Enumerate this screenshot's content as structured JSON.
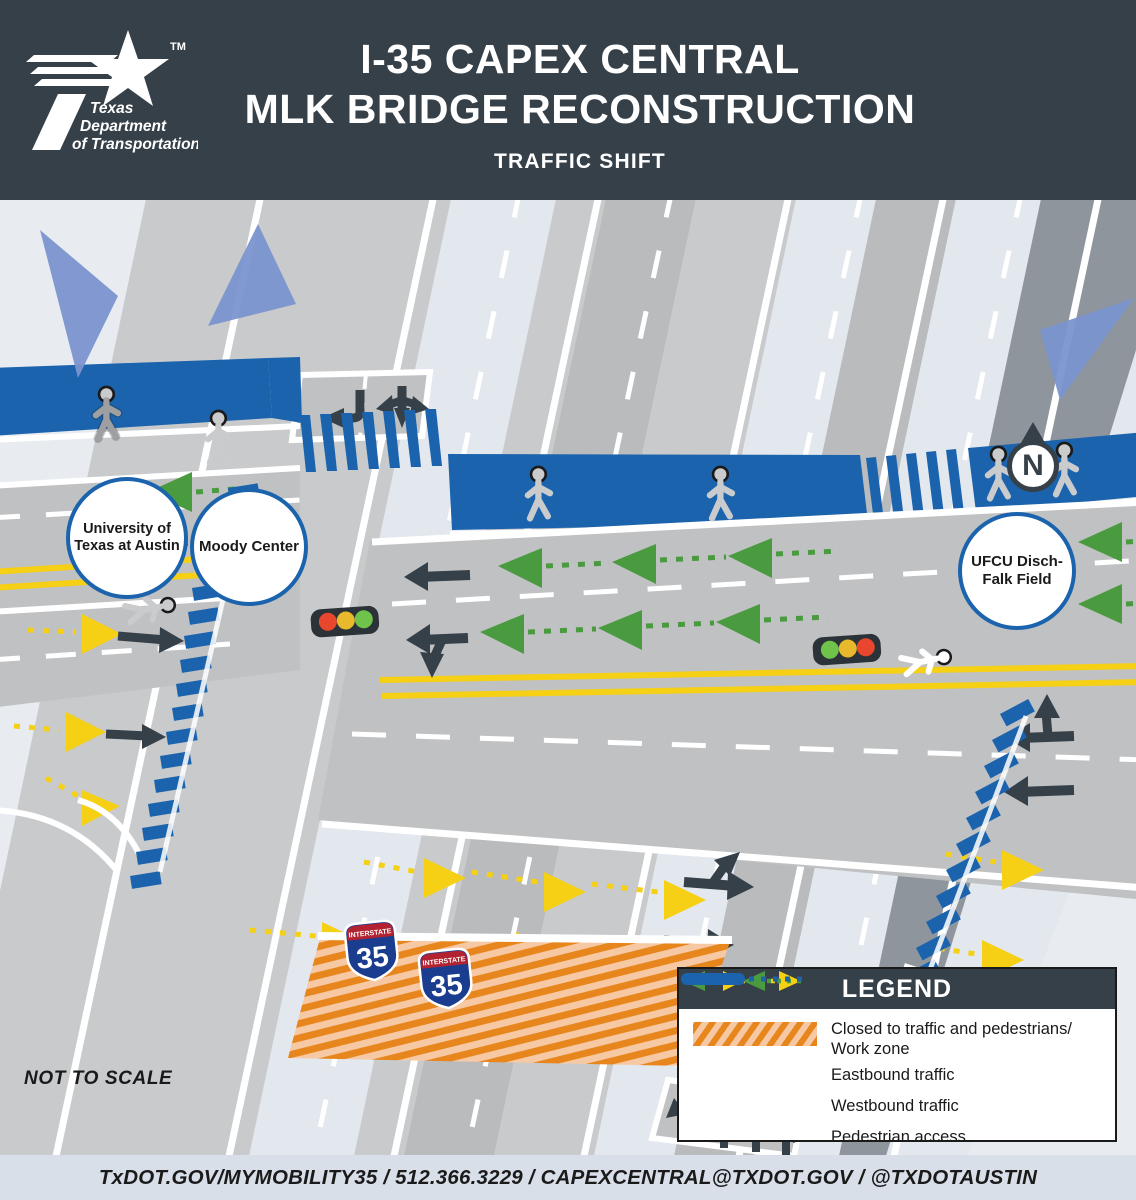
{
  "header": {
    "logo_name": "txdot-logo",
    "logo_text_lines": [
      "Texas",
      "Department",
      "of Transportation"
    ],
    "logo_tm": "TM",
    "title_line1": "I-35 CAPEX CENTRAL",
    "title_line2": "MLK BRIDGE RECONSTRUCTION",
    "subtitle": "TRAFFIC SHIFT",
    "bg_color": "#364049",
    "text_color": "#ffffff"
  },
  "map": {
    "background_color": "#e8ecf1",
    "road_color": "#c0c1c3",
    "road_dark_color": "#8e959d",
    "road_light_color": "#e3e7ee",
    "not_to_scale": "NOT TO SCALE",
    "north_label": "N",
    "callouts": [
      {
        "id": "ut",
        "label": "University of Texas at Austin"
      },
      {
        "id": "moody",
        "label": "Moody Center"
      },
      {
        "id": "ufcu",
        "label": "UFCU Disch-Falk Field"
      }
    ],
    "shields": [
      {
        "route": "35",
        "banner": "INTERSTATE"
      },
      {
        "route": "35",
        "banner": "INTERSTATE"
      },
      {
        "route": "35",
        "banner": "INTERSTATE"
      },
      {
        "route": "35",
        "banner": "INTERSTATE"
      }
    ],
    "traffic_signals": 2,
    "pedestrian_figures": 8
  },
  "legend": {
    "title": "LEGEND",
    "items": [
      {
        "symbol": "work-zone-hatch",
        "label": "Closed to traffic and pedestrians/\nWork zone"
      },
      {
        "symbol": "eastbound-arrow",
        "label": "Eastbound traffic"
      },
      {
        "symbol": "westbound-arrow",
        "label": "Westbound traffic"
      },
      {
        "symbol": "pedestrian-line",
        "label": "Pedestrian access"
      }
    ],
    "label_work_1": "Closed to traffic and pedestrians/",
    "label_work_2": "Work zone",
    "label_east": "Eastbound traffic",
    "label_west": "Westbound traffic",
    "label_ped": "Pedestrian access"
  },
  "colors": {
    "work_zone_orange": "#e8861e",
    "work_zone_fill": "#f6c9a4",
    "eastbound_yellow": "#f5d014",
    "westbound_green": "#4a9b3f",
    "pedestrian_blue": "#1b63ad",
    "dark_slate": "#364049",
    "lane_yellow": "#f5d014",
    "shield_blue": "#1b3d8f",
    "shield_red": "#b32230"
  },
  "footer": {
    "text": "TxDOT.GOV/MYMOBILITY35 / 512.366.3229 / CAPEXCENTRAL@TXDOT.GOV / @TXDOTAUSTIN",
    "bg_color": "#d9dfe9"
  }
}
